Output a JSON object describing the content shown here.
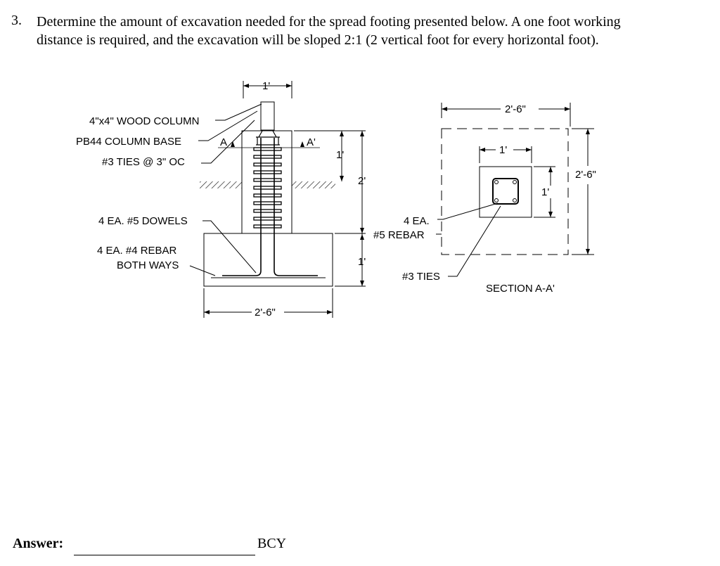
{
  "question": {
    "number": "3.",
    "line1": "Determine the amount of excavation needed for the spread footing presented below. A one foot working",
    "line2": "distance is required, and the excavation will be sloped 2:1 (2 vertical foot for every horizontal foot)."
  },
  "elevation": {
    "dim_top": "1'",
    "label_column": "4\"x4\" WOOD COLUMN",
    "label_base": "PB44 COLUMN BASE",
    "label_ties": "#3 TIES @ 3\" OC",
    "label_dowels": "4 EA. #5 DOWELS",
    "label_rebar_l1": "4 EA. #4 REBAR",
    "label_rebar_l2": "BOTH WAYS",
    "label_rebar5_l1": "4 EA.",
    "label_rebar5_l2": "#5 REBAR",
    "section_a": "A",
    "section_a_prime": "A'",
    "dim_pier_above": "1'",
    "dim_pier_total": "2'",
    "dim_footing": "1'",
    "dim_width": "2'-6\""
  },
  "section": {
    "dim_width": "2'-6\"",
    "dim_height": "2'-6\"",
    "dim_pier_w": "1'",
    "dim_pier_h": "1'",
    "label_ties": "#3 TIES",
    "title": "SECTION A-A'"
  },
  "answer": {
    "label": "Answer:",
    "unit": "BCY"
  }
}
